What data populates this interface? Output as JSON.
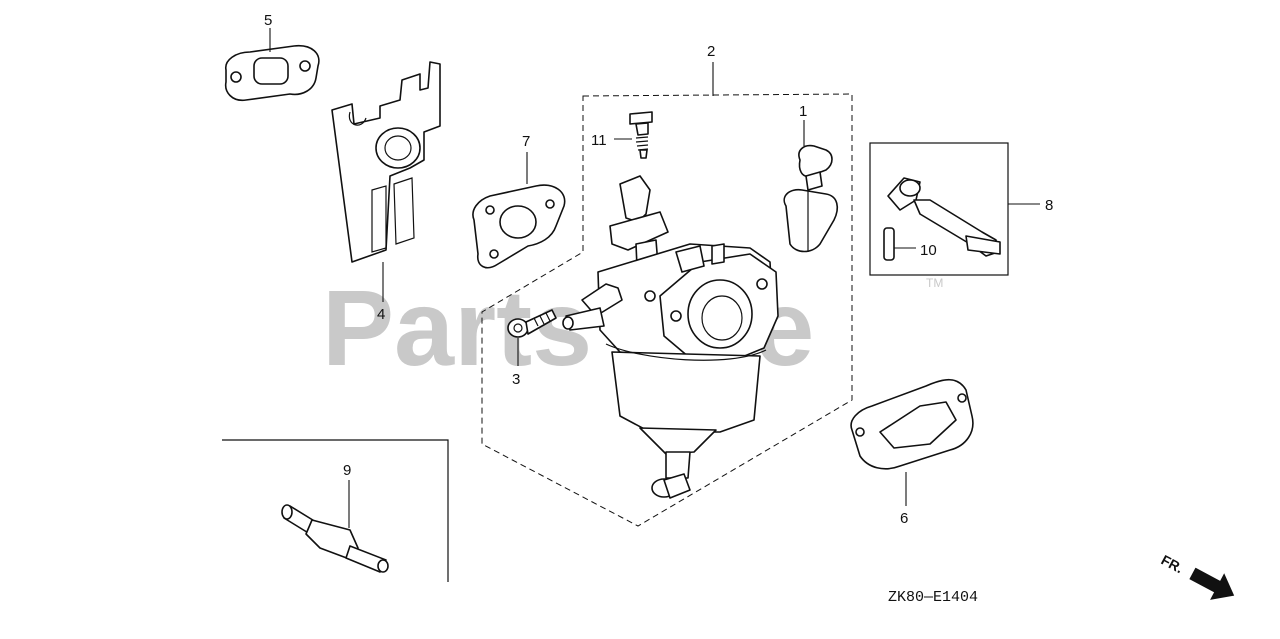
{
  "diagram": {
    "watermark": "PartsTree",
    "trademark": "TM",
    "drawing_code": "ZK80—E1404",
    "front_indicator": "FR.",
    "colors": {
      "line": "#111111",
      "watermark": "#c9c9c9",
      "background": "#ffffff"
    },
    "callouts": [
      {
        "id": "1",
        "label": "1"
      },
      {
        "id": "2",
        "label": "2"
      },
      {
        "id": "3",
        "label": "3"
      },
      {
        "id": "4",
        "label": "4"
      },
      {
        "id": "5",
        "label": "5"
      },
      {
        "id": "6",
        "label": "6"
      },
      {
        "id": "7",
        "label": "7"
      },
      {
        "id": "8",
        "label": "8"
      },
      {
        "id": "9",
        "label": "9"
      },
      {
        "id": "10",
        "label": "10"
      },
      {
        "id": "11",
        "label": "11"
      }
    ]
  }
}
